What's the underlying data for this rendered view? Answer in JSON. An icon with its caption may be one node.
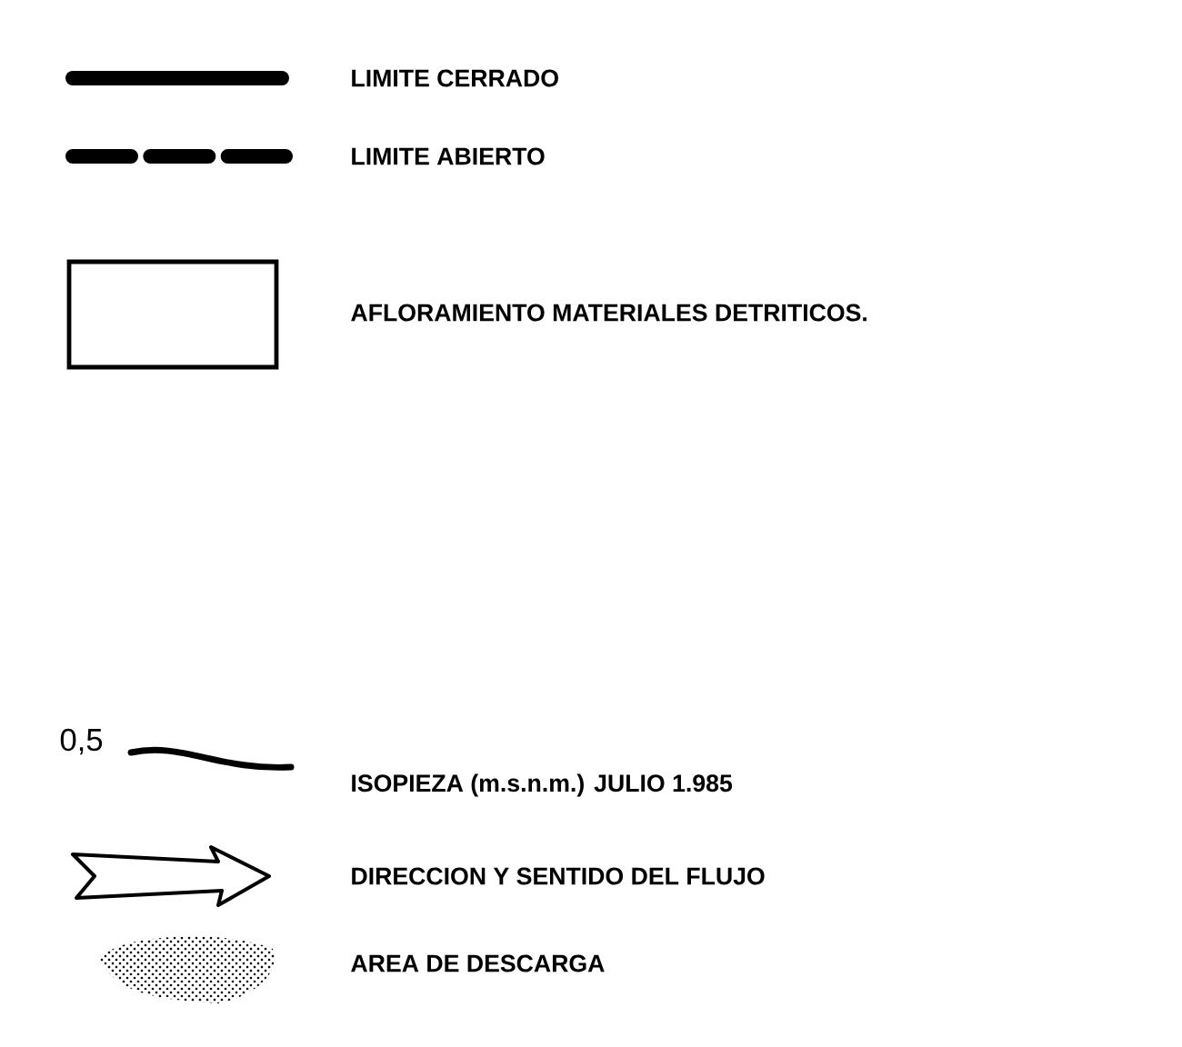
{
  "diagram": {
    "labels": [
      "0,5"
    ],
    "legend": [
      {
        "text": "LIMITE CERRADO"
      },
      {
        "text": "LIMITE ABIERTO"
      },
      {
        "text": "AFLORAMIENTO MATERIALES DETRITICOS."
      },
      {
        "text": "ISOPIEZA (m.s.n.m.) JULIO 1.985"
      },
      {
        "text": "DIRECCION Y SENTIDO DEL FLUJO"
      },
      {
        "text": "AREA DE DESCARGA"
      }
    ]
  }
}
